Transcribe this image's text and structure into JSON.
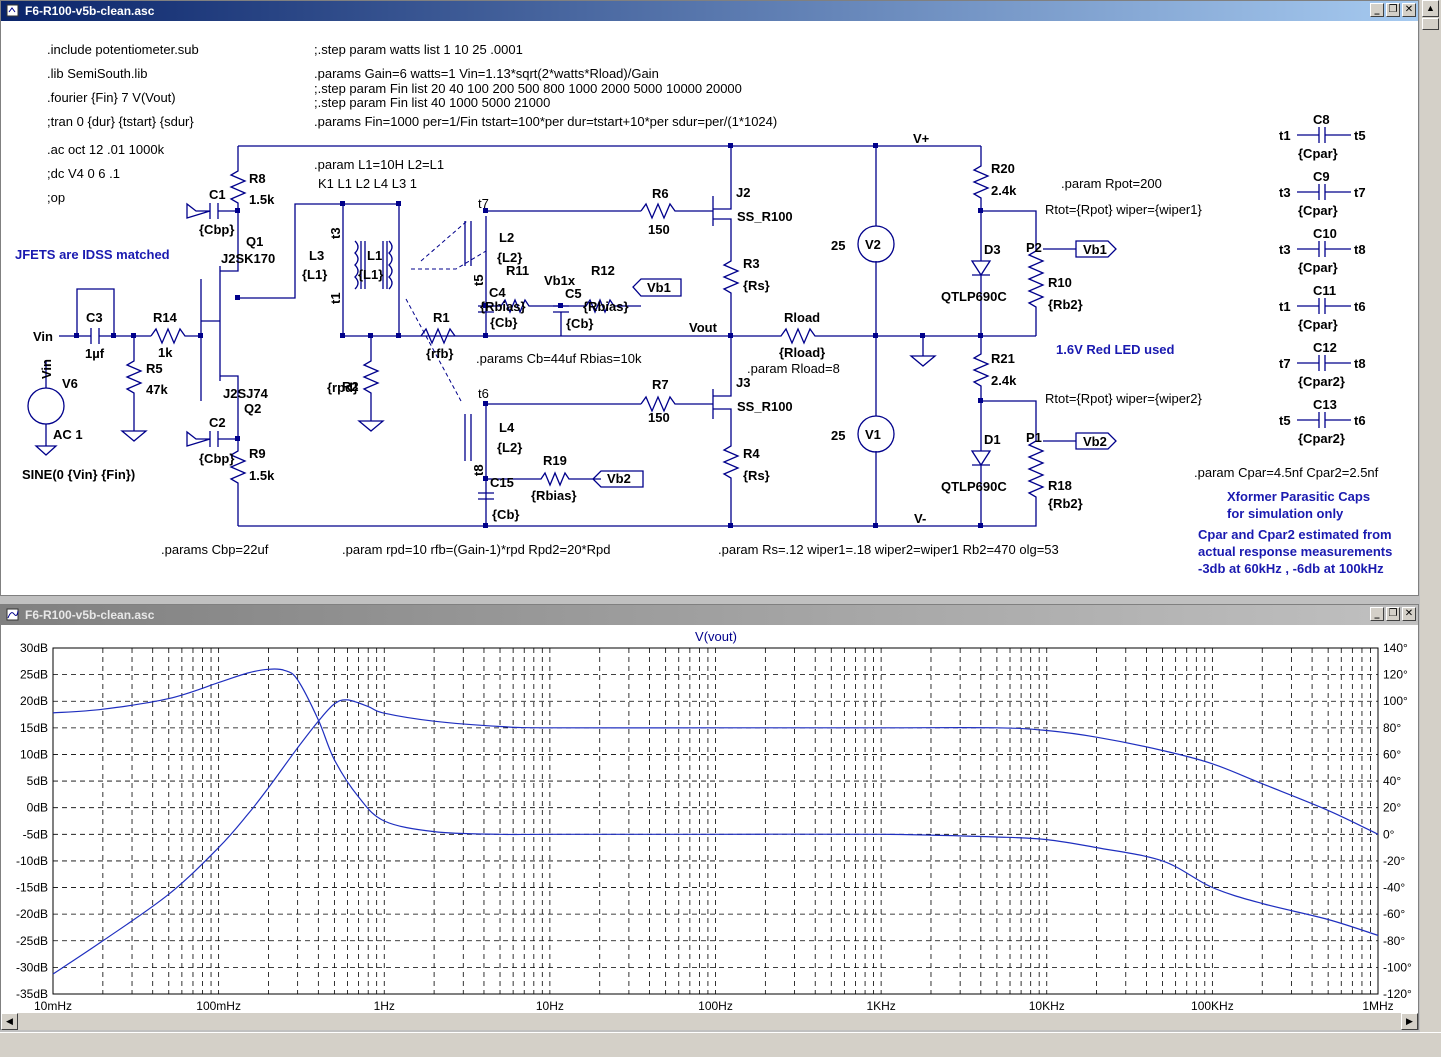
{
  "schematic_window": {
    "title": "F6-R100-v5b-clean.asc",
    "directives_left": [
      ".include potentiometer.sub",
      ".lib SemiSouth.lib",
      ".fourier {Fin} 7 V(Vout)",
      ";tran 0 {dur} {tstart} {sdur}",
      ".ac oct 12 .01 1000k",
      ";dc V4 0 6 .1",
      ";op"
    ],
    "directives_mid": [
      ";.step param watts list 1  10   25 .0001",
      ".params Gain=6 watts=1 Vin=1.13*sqrt(2*watts*Rload)/Gain",
      ";.step param Fin list 20  40 100 200 500 800 1000 2000 5000 10000 20000",
      ";.step param Fin list  40 1000 5000 21000",
      ".params Fin=1000 per=1/Fin tstart=100*per dur=tstart+10*per sdur=per/(1*1024)"
    ],
    "param_L": ".param L1=10H L2=L1",
    "param_K": "K1 L1 L2 L4  L3 1",
    "note_jfet": "JFETS are IDSS matched",
    "param_cb": ".params Cb=44uf Rbias=10k",
    "param_rload": ".param Rload=8",
    "param_rpot": ".param Rpot=200",
    "rtot1": "Rtot={Rpot} wiper={wiper1}",
    "rtot2": "Rtot={Rpot} wiper={wiper2}",
    "note_led": "1.6V Red LED used",
    "param_cbp": ".params Cbp=22uf",
    "param_rpd": ".param rpd=10 rfb=(Gain-1)*rpd Rpd2=20*Rpd",
    "param_rs": ".param Rs=.12 wiper1=.18 wiper2=wiper1 Rb2=470 olg=53",
    "param_cpar": ".param Cpar=4.5nf Cpar2=2.5nf",
    "note_xformer": [
      "Xformer Parasitic Caps",
      "for simulation only"
    ],
    "note_cpar": [
      "Cpar and Cpar2 estimated from",
      "actual response measurements",
      "-3db at 60kHz , -6db at 100kHz"
    ],
    "labels": {
      "vin": "Vin",
      "vout": "Vout",
      "vplus": "V+",
      "vminus": "V-",
      "c3": "C3",
      "c3v": "1µf",
      "r14": "R14",
      "r14v": "1k",
      "r5": "R5",
      "r5v": "47k",
      "v6": "V6",
      "v6ac": "AC 1",
      "v6sine": "SINE(0 {Vin} {Fin})",
      "v6net": "Vin",
      "r8": "R8",
      "r8v": "1.5k",
      "c1": "C1",
      "c1v": "{Cbp}",
      "q1": "Q1",
      "q1m": "J2SK170",
      "q2": "Q2",
      "q2m": "J2SJ74",
      "c2": "C2",
      "c2v": "{Cbp}",
      "r9": "R9",
      "r9v": "1.5k",
      "l3": "L3",
      "l3v": "{L1}",
      "l1": "L1",
      "l1v": "{L1}",
      "t3": "t3",
      "t1": "t1",
      "r2": "R2",
      "r2v": "{rpd}",
      "r1": "R1",
      "r1v": "{rfb}",
      "t7": "t7",
      "l2": "L2",
      "l2v": "{L2}",
      "t5": "t5",
      "r11": "R11",
      "r11v": "{Rbias}",
      "vb1x": "Vb1x",
      "c4": "C4",
      "c4v": "{Cb}",
      "c5": "C5",
      "c5v": "{Cb}",
      "r12": "R12",
      "r12v": "{Rbias}",
      "vb1f": "Vb1",
      "t6": "t6",
      "l4": "L4",
      "l4v": "{L2}",
      "t8": "t8",
      "c15": "C15",
      "c15v": "{Cb}",
      "r19": "R19",
      "r19v": "{Rbias}",
      "vb2f": "Vb2",
      "r6": "R6",
      "r6v": "150",
      "j2": "J2",
      "j2m": "SS_R100",
      "r3": "R3",
      "r3v": "{Rs}",
      "r7": "R7",
      "r7v": "150",
      "j3": "J3",
      "j3m": "SS_R100",
      "r4": "R4",
      "r4v": "{Rs}",
      "rload": "Rload",
      "rloadv": "{Rload}",
      "v2": "V2",
      "v2v": "25",
      "v1": "V1",
      "v1v": "25",
      "r20": "R20",
      "r20v": "2.4k",
      "d3": "D3",
      "d3m": "QTLP690C",
      "p2": "P2",
      "vb1": "Vb1",
      "r10": "R10",
      "r10v": "{Rb2}",
      "r21": "R21",
      "r21v": "2.4k",
      "d1": "D1",
      "d1m": "QTLP690C",
      "p1": "P1",
      "vb2": "Vb2",
      "r18": "R18",
      "r18v": "{Rb2}"
    },
    "caps": [
      {
        "name": "C8",
        "l": "t1",
        "r": "t5",
        "v": "{Cpar}"
      },
      {
        "name": "C9",
        "l": "t3",
        "r": "t7",
        "v": "{Cpar}"
      },
      {
        "name": "C10",
        "l": "t3",
        "r": "t8",
        "v": "{Cpar}"
      },
      {
        "name": "C11",
        "l": "t1",
        "r": "t6",
        "v": "{Cpar}"
      },
      {
        "name": "C12",
        "l": "t7",
        "r": "t8",
        "v": "{Cpar2}"
      },
      {
        "name": "C13",
        "l": "t5",
        "r": "t6",
        "v": "{Cpar2}"
      }
    ],
    "colors": {
      "wire": "#00008b",
      "text": "#000000",
      "note": "#1a1ab0"
    }
  },
  "plot_window": {
    "title": "F6-R100-v5b-clean.asc"
  },
  "chart_data": {
    "type": "line",
    "title": "V(vout)",
    "xscale": "log",
    "xlim": [
      0.01,
      1000000
    ],
    "x_ticks": [
      "10mHz",
      "100mHz",
      "1Hz",
      "10Hz",
      "100Hz",
      "1KHz",
      "10KHz",
      "100KHz",
      "1MHz"
    ],
    "y_left_lim": [
      -35,
      30
    ],
    "y_left_ticks": [
      "30dB",
      "25dB",
      "20dB",
      "15dB",
      "10dB",
      "5dB",
      "0dB",
      "-5dB",
      "-10dB",
      "-15dB",
      "-20dB",
      "-25dB",
      "-30dB",
      "-35dB"
    ],
    "y_right_lim": [
      -120,
      140
    ],
    "y_right_ticks": [
      "140°",
      "120°",
      "100°",
      "80°",
      "60°",
      "40°",
      "20°",
      "0°",
      "-20°",
      "-40°",
      "-60°",
      "-80°",
      "-100°",
      "-120°"
    ],
    "grid": true,
    "series": [
      {
        "x": [
          0.01,
          0.02,
          0.05,
          0.1,
          0.15,
          0.2,
          0.25,
          0.3,
          0.4,
          0.5,
          0.7,
          1,
          2,
          5,
          10,
          100,
          1000,
          5000,
          10000,
          20000,
          50000,
          100000,
          200000,
          500000,
          1000000
        ],
        "y": [
          17.8,
          18.5,
          20.5,
          23.5,
          25.3,
          26,
          25.8,
          24,
          16.5,
          9,
          2,
          -2.5,
          -4.5,
          -5,
          -5,
          -5,
          -5,
          -5.5,
          -6,
          -7.5,
          -10,
          -15,
          -18,
          -21,
          -24
        ]
      },
      {
        "x": [
          0.01,
          0.02,
          0.05,
          0.1,
          0.15,
          0.2,
          0.3,
          0.4,
          0.5,
          0.6,
          0.8,
          1,
          2,
          5,
          10,
          100,
          1000,
          5000,
          10000,
          20000,
          50000,
          100000,
          200000,
          500000,
          1000000
        ],
        "y": [
          -105,
          -80,
          -45,
          -10,
          15,
          35,
          65,
          85,
          98,
          101,
          96,
          91,
          85,
          81,
          80,
          80,
          80,
          80,
          78,
          73,
          63,
          53,
          38,
          18,
          0
        ]
      }
    ]
  },
  "chart_axis": "left:dB, right:phase"
}
